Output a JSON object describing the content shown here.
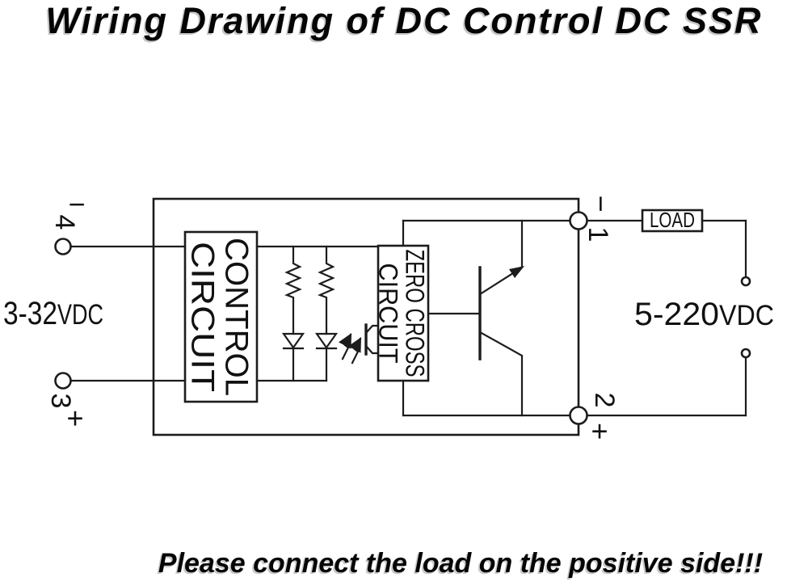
{
  "title": "Wiring Drawing of DC Control DC SSR",
  "footer": "Please connect the load on the positive side!!!",
  "diagram": {
    "control_box": {
      "line1": "CONTROL",
      "line2": "CIRCUIT"
    },
    "zero_cross_box": {
      "line1": "ZERO CROSS",
      "line2": "CIRCUIT"
    },
    "load_label": "LOAD",
    "input_voltage": {
      "value": "3-32",
      "unit": "VDC"
    },
    "output_voltage": {
      "value": "5-220",
      "unit": "VDC"
    },
    "terminals": {
      "t4": {
        "number": "4",
        "polarity": "−"
      },
      "t3": {
        "number": "3",
        "polarity": "+"
      },
      "t1": {
        "number": "1",
        "polarity": "−"
      },
      "t2": {
        "number": "2",
        "polarity": "+"
      }
    },
    "colors": {
      "line": "#1c1c1c",
      "background": "#ffffff"
    }
  }
}
